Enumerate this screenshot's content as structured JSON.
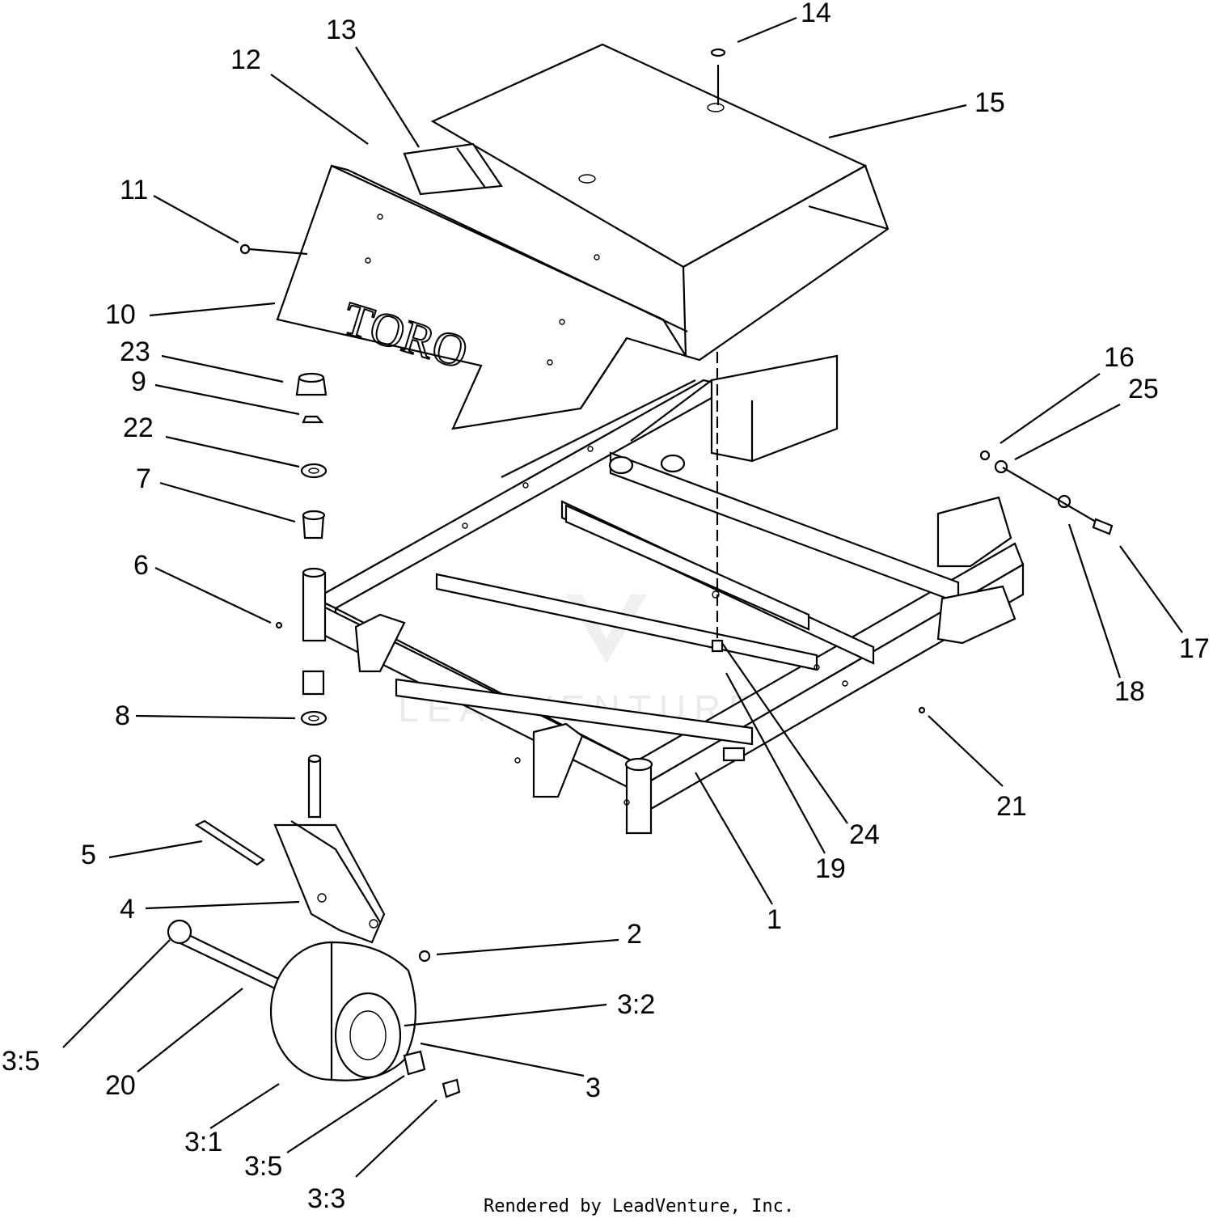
{
  "diagram": {
    "brand_text": "TORO",
    "watermark_text": "LEADVENTURE",
    "footer_text": "Rendered by LeadVenture, Inc.",
    "callouts": [
      {
        "id": "c1",
        "label": "1"
      },
      {
        "id": "c2",
        "label": "2"
      },
      {
        "id": "c3",
        "label": "3"
      },
      {
        "id": "c3-1",
        "label": "3:1"
      },
      {
        "id": "c3-2",
        "label": "3:2"
      },
      {
        "id": "c3-3",
        "label": "3:3"
      },
      {
        "id": "c3-5a",
        "label": "3:5"
      },
      {
        "id": "c3-5b",
        "label": "3:5"
      },
      {
        "id": "c4",
        "label": "4"
      },
      {
        "id": "c5",
        "label": "5"
      },
      {
        "id": "c6",
        "label": "6"
      },
      {
        "id": "c7",
        "label": "7"
      },
      {
        "id": "c8",
        "label": "8"
      },
      {
        "id": "c9",
        "label": "9"
      },
      {
        "id": "c10",
        "label": "10"
      },
      {
        "id": "c11",
        "label": "11"
      },
      {
        "id": "c12",
        "label": "12"
      },
      {
        "id": "c13",
        "label": "13"
      },
      {
        "id": "c14",
        "label": "14"
      },
      {
        "id": "c15",
        "label": "15"
      },
      {
        "id": "c16",
        "label": "16"
      },
      {
        "id": "c17",
        "label": "17"
      },
      {
        "id": "c18",
        "label": "18"
      },
      {
        "id": "c19",
        "label": "19"
      },
      {
        "id": "c20",
        "label": "20"
      },
      {
        "id": "c21",
        "label": "21"
      },
      {
        "id": "c22",
        "label": "22"
      },
      {
        "id": "c23",
        "label": "23"
      },
      {
        "id": "c24",
        "label": "24"
      },
      {
        "id": "c25",
        "label": "25"
      }
    ]
  }
}
